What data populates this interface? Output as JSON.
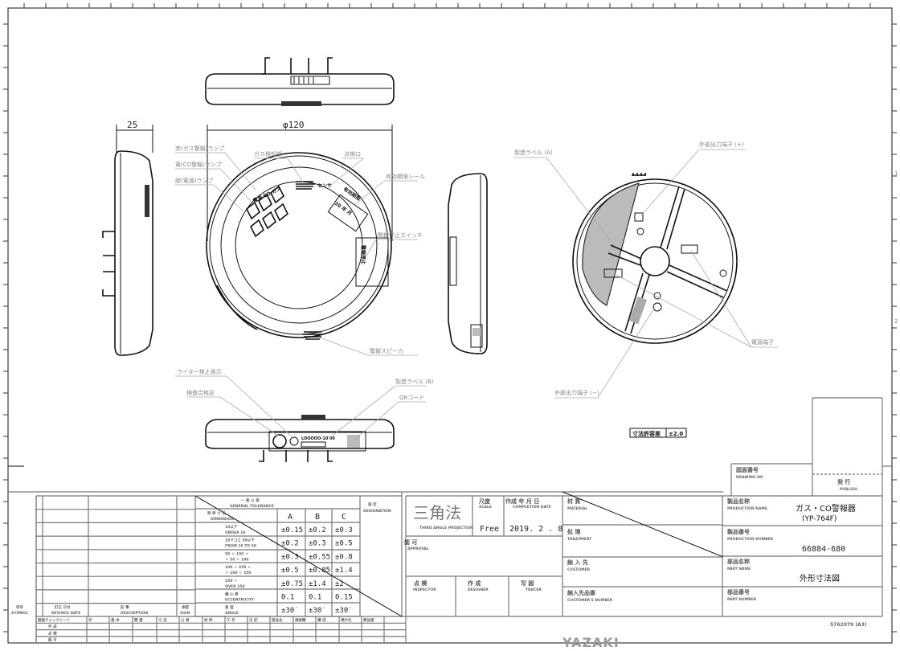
{
  "dimensions": {
    "height": "25",
    "diameter": "φ120"
  },
  "front_labels": {
    "red_lamp": "赤(ガス警報)ランプ",
    "yellow_lamp": "黄(CO警報)ランプ",
    "green_lamp": "緑(電源)ランプ",
    "gas_sensor": "ガス検知部",
    "test_port": "点検口",
    "expiry_seal": "有効期限シール",
    "stop_switch": "警報停止スイッチ",
    "speaker": "警報スピーカ"
  },
  "front_device_text": {
    "lamps": "電源 CO ガス",
    "sensor": "センサ",
    "expiry": "有効期限",
    "expiry_date": "20 年 月",
    "stop": "警報停止"
  },
  "rear_labels": {
    "label_a": "製造ラベル (A)",
    "out_plus": "外部出力端子 (+)",
    "power": "電源端子",
    "out_minus": "外部出力端子 (−)"
  },
  "bottom_labels": {
    "lighter": "ライター禁止表示",
    "inspection": "検査合格証",
    "label_b": "製造ラベル (B)",
    "qr": "QRコード"
  },
  "tolerance_note": {
    "label": "寸法許容差",
    "value": "±2.0"
  },
  "zone_numbers": [
    "1",
    "2"
  ],
  "revision_table": {
    "symbol": "符号",
    "symbol_en": "SYMBOL",
    "date": "訂正 日付",
    "date_en": "REVISED DATE",
    "desc": "記 事",
    "desc_en": "DESCRIPTION",
    "sign": "承認",
    "sign_en": "SIGN"
  },
  "check_sheet": {
    "header": [
      "図面チェックシート",
      "印",
      "基 本",
      "関 連",
      "寸 法",
      "公 差",
      "材 料",
      "工 作",
      "注 記",
      "部品化",
      "規格類",
      "構 成",
      "規文化",
      "要旨図"
    ],
    "rows": [
      "作 成",
      "点 検",
      "認 可"
    ]
  },
  "tolerance_table": {
    "title": "一 般 公 差",
    "title_en": "GENERAL TOLERANCE",
    "dimension": "称 呼 寸 法",
    "dimension_en": "DIMENSION",
    "cols": [
      "A",
      "B",
      "C"
    ],
    "designation": "指 定",
    "designation_en": "DESIGNATION",
    "rows": [
      {
        "range": "10以下",
        "range_en": "UNDER 10",
        "values": [
          "±0.15",
          "±0.2",
          "±0.3"
        ]
      },
      {
        "range": "10ヲコエ 50以下",
        "range_en": "FROM 10 TO 50",
        "values": [
          "±0.2",
          "±0.3",
          "±0.5"
        ]
      },
      {
        "range": "50 〃 100 〃",
        "range_en": "〃 50 〃 100",
        "values": [
          "±0.3",
          "±0.55",
          "±0.8"
        ]
      },
      {
        "range": "100 〃 250 〃",
        "range_en": "〃 100 〃 250",
        "values": [
          "±0.5",
          "±0.85",
          "±1.4"
        ]
      },
      {
        "range": "250 〃",
        "range_en": "OVER 250",
        "values": [
          "±0.75",
          "±1.4",
          "±2"
        ]
      },
      {
        "range": "偏 心 差",
        "range_en": "ECCENTRICITY",
        "values": [
          "0.1",
          "0.1",
          "0.15"
        ]
      },
      {
        "range": "角 度",
        "range_en": "ANGLE",
        "values": [
          "±30′",
          "±30′",
          "±30′"
        ]
      }
    ]
  },
  "title_block": {
    "projection": "三角法",
    "projection_en": "THIRD ANGLE PROJECTION",
    "scale_label": "尺度",
    "scale_en": "SCALE",
    "scale": "Free",
    "date_label": "作成 年 月 日",
    "date_en": "COMPLETION DATE",
    "date": "2019. 2 . 8",
    "approval": "認 可",
    "approval_en": "APPROVAL",
    "inspector": "点 検",
    "inspector_en": "INSPECTOR",
    "designer": "作 成",
    "designer_en": "DESIGNER",
    "tracer": "写 図",
    "tracer_en": "TRACER",
    "material": "材 質",
    "material_en": "MATERIAL",
    "treatment": "処 理",
    "treatment_en": "TREATMENT",
    "customer": "納 入 先",
    "customer_en": "CUSTOMER",
    "customer_no": "納入先品番",
    "customer_no_en": "CUSTOMER'S NUMBER",
    "drawing_no": "図面番号",
    "drawing_no_en": "DRAWING NO",
    "publish": "発 行",
    "publish_en": "PUBLISH",
    "product_name_label": "製品名称",
    "product_name_en": "PRODUCTION NAME",
    "product_name": "ガス・CO警報器",
    "product_model": "(YP-764F)",
    "product_no_label": "製品番号",
    "product_no_en": "PRODUCTION NUMBER",
    "product_no": "66884-680",
    "part_name_label": "部品名称",
    "part_name_en": "PART NAME",
    "part_name": "外形寸法図",
    "part_no_label": "部品番号",
    "part_no_en": "PART NUMBER",
    "logo": "YAZAKI",
    "form_no": "5762079 (A3)"
  }
}
